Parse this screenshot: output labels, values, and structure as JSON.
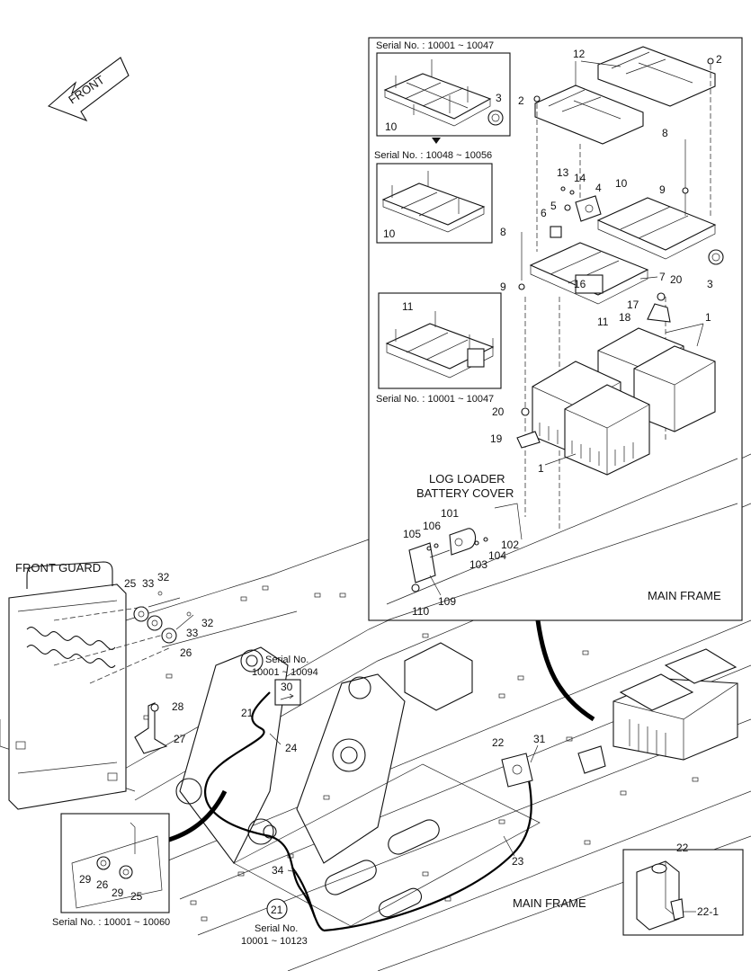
{
  "captions": {
    "front": "FRONT",
    "front_guard": "FRONT GUARD",
    "main_frame_inset": "MAIN FRAME",
    "main_frame_bottom": "MAIN FRAME",
    "log_loader_line1": "LOG LOADER",
    "log_loader_line2": "BATTERY COVER",
    "serial_10001_10047_top": "Serial No. : 10001 ~ 10047",
    "serial_10048_10056": "Serial No. : 10048 ~ 10056",
    "serial_10001_10047_bottom": "Serial No. : 10001 ~ 10047",
    "serial_no_a": "Serial No.",
    "serial_range_10094": "10001 ~ 10094",
    "serial_10001_10060": "Serial No. : 10001 ~ 10060",
    "serial_no_b": "Serial No.",
    "serial_range_10123": "10001 ~ 10123"
  },
  "labels": {
    "p1a": "1",
    "p1b": "1",
    "p2a": "2",
    "p2b": "2",
    "p3a": "3",
    "p3b": "3",
    "p4": "4",
    "p5": "5",
    "p6": "6",
    "p7": "7",
    "p8a": "8",
    "p8b": "8",
    "p9a": "9",
    "p9b": "9",
    "p10a": "10",
    "p10b": "10",
    "p10c": "10",
    "p11a": "11",
    "p11b": "11",
    "p12": "12",
    "p13": "13",
    "p14": "14",
    "p16": "16",
    "p17": "17",
    "p18": "18",
    "p19": "19",
    "p20a": "20",
    "p20b": "20",
    "p21a": "21",
    "p21b": "21",
    "p22a": "22",
    "p22b": "22",
    "p22_1": "22-1",
    "p23": "23",
    "p24": "24",
    "p25a": "25",
    "p25b": "25",
    "p26a": "26",
    "p26b": "26",
    "p27": "27",
    "p28": "28",
    "p29a": "29",
    "p29b": "29",
    "p30": "30",
    "p31": "31",
    "p32a": "32",
    "p32b": "32",
    "p33a": "33",
    "p33b": "33",
    "p34": "34",
    "p101": "101",
    "p102": "102",
    "p103": "103",
    "p104": "104",
    "p105": "105",
    "p106": "106",
    "p109": "109",
    "p110": "110"
  }
}
